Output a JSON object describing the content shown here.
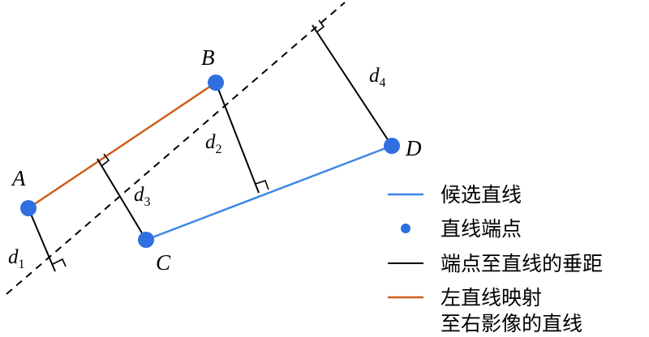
{
  "points": {
    "A": {
      "label": "A"
    },
    "B": {
      "label": "B"
    },
    "C": {
      "label": "C"
    },
    "D": {
      "label": "D"
    }
  },
  "distances": {
    "d1": {
      "main": "d",
      "sub": "1"
    },
    "d2": {
      "main": "d",
      "sub": "2"
    },
    "d3": {
      "main": "d",
      "sub": "3"
    },
    "d4": {
      "main": "d",
      "sub": "4"
    }
  },
  "legend": {
    "candidate_line": "候选直线",
    "endpoints": "直线端点",
    "perpendicular": "端点至直线的垂距",
    "mapped_line_1": "左直线映射",
    "mapped_line_2": "至右影像的直线"
  },
  "colors": {
    "candidate_line": "#3d86e6",
    "mapped_line": "#cc5f1c",
    "endpoint": "#2f6fe0",
    "perpendicular": "#000000"
  }
}
